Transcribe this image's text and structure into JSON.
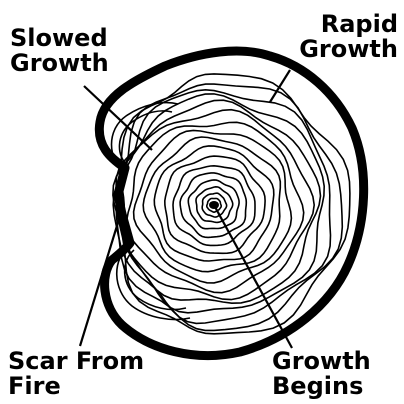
{
  "colors": {
    "ink": "#000000",
    "background": "#ffffff"
  },
  "labels": {
    "slowed_growth": {
      "line1": "Slowed",
      "line2": "Growth"
    },
    "rapid_growth": {
      "line1": "Rapid",
      "line2": "Growth"
    },
    "scar_from_fire": {
      "line1": "Scar From",
      "line2": "Fire"
    },
    "growth_begins": {
      "line1": "Growth",
      "line2": "Begins"
    }
  }
}
